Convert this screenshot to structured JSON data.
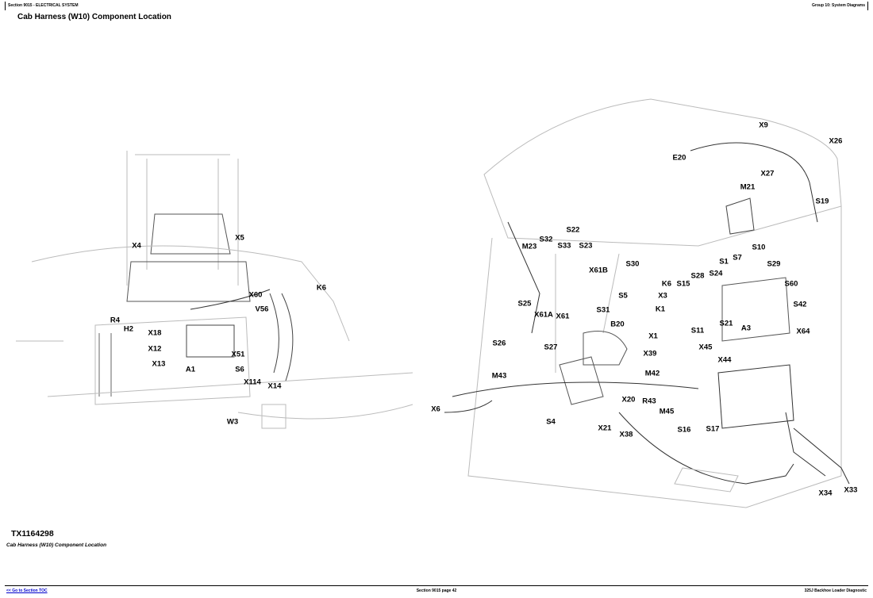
{
  "header": {
    "section": "Section 9015 - ELECTRICAL SYSTEM",
    "group": "Group 10: System Diagrams"
  },
  "title": "Cab Harness (W10) Component Location",
  "figure_id": "TX1164298",
  "caption": "Cab Harness (W10) Component Location",
  "left_labels": [
    "X4",
    "X5",
    "K6",
    "X60",
    "V56",
    "R4",
    "H2",
    "X18",
    "X12",
    "X13",
    "A1",
    "X51",
    "S6",
    "X114",
    "X14",
    "W3"
  ],
  "right_labels": [
    "X9",
    "X26",
    "E20",
    "X27",
    "M21",
    "S19",
    "S22",
    "S32",
    "S33",
    "S23",
    "M23",
    "S30",
    "S10",
    "S7",
    "S1",
    "S29",
    "X61B",
    "S28",
    "S24",
    "K6",
    "S15",
    "S60",
    "S25",
    "S31",
    "S5",
    "X3",
    "K1",
    "S42",
    "X61A",
    "X61",
    "B20",
    "S11",
    "S21",
    "A3",
    "X1",
    "X64",
    "S26",
    "S27",
    "X45",
    "X39",
    "X44",
    "M42",
    "M43",
    "R43",
    "X20",
    "M45",
    "X6",
    "S4",
    "X21",
    "S16",
    "S17",
    "X38",
    "X34",
    "X33"
  ],
  "footer": {
    "toc_link": "<< Go to Section TOC",
    "page": "Section 9015 page 42",
    "manual": "325J Backhoe Loader Diagnostic"
  }
}
